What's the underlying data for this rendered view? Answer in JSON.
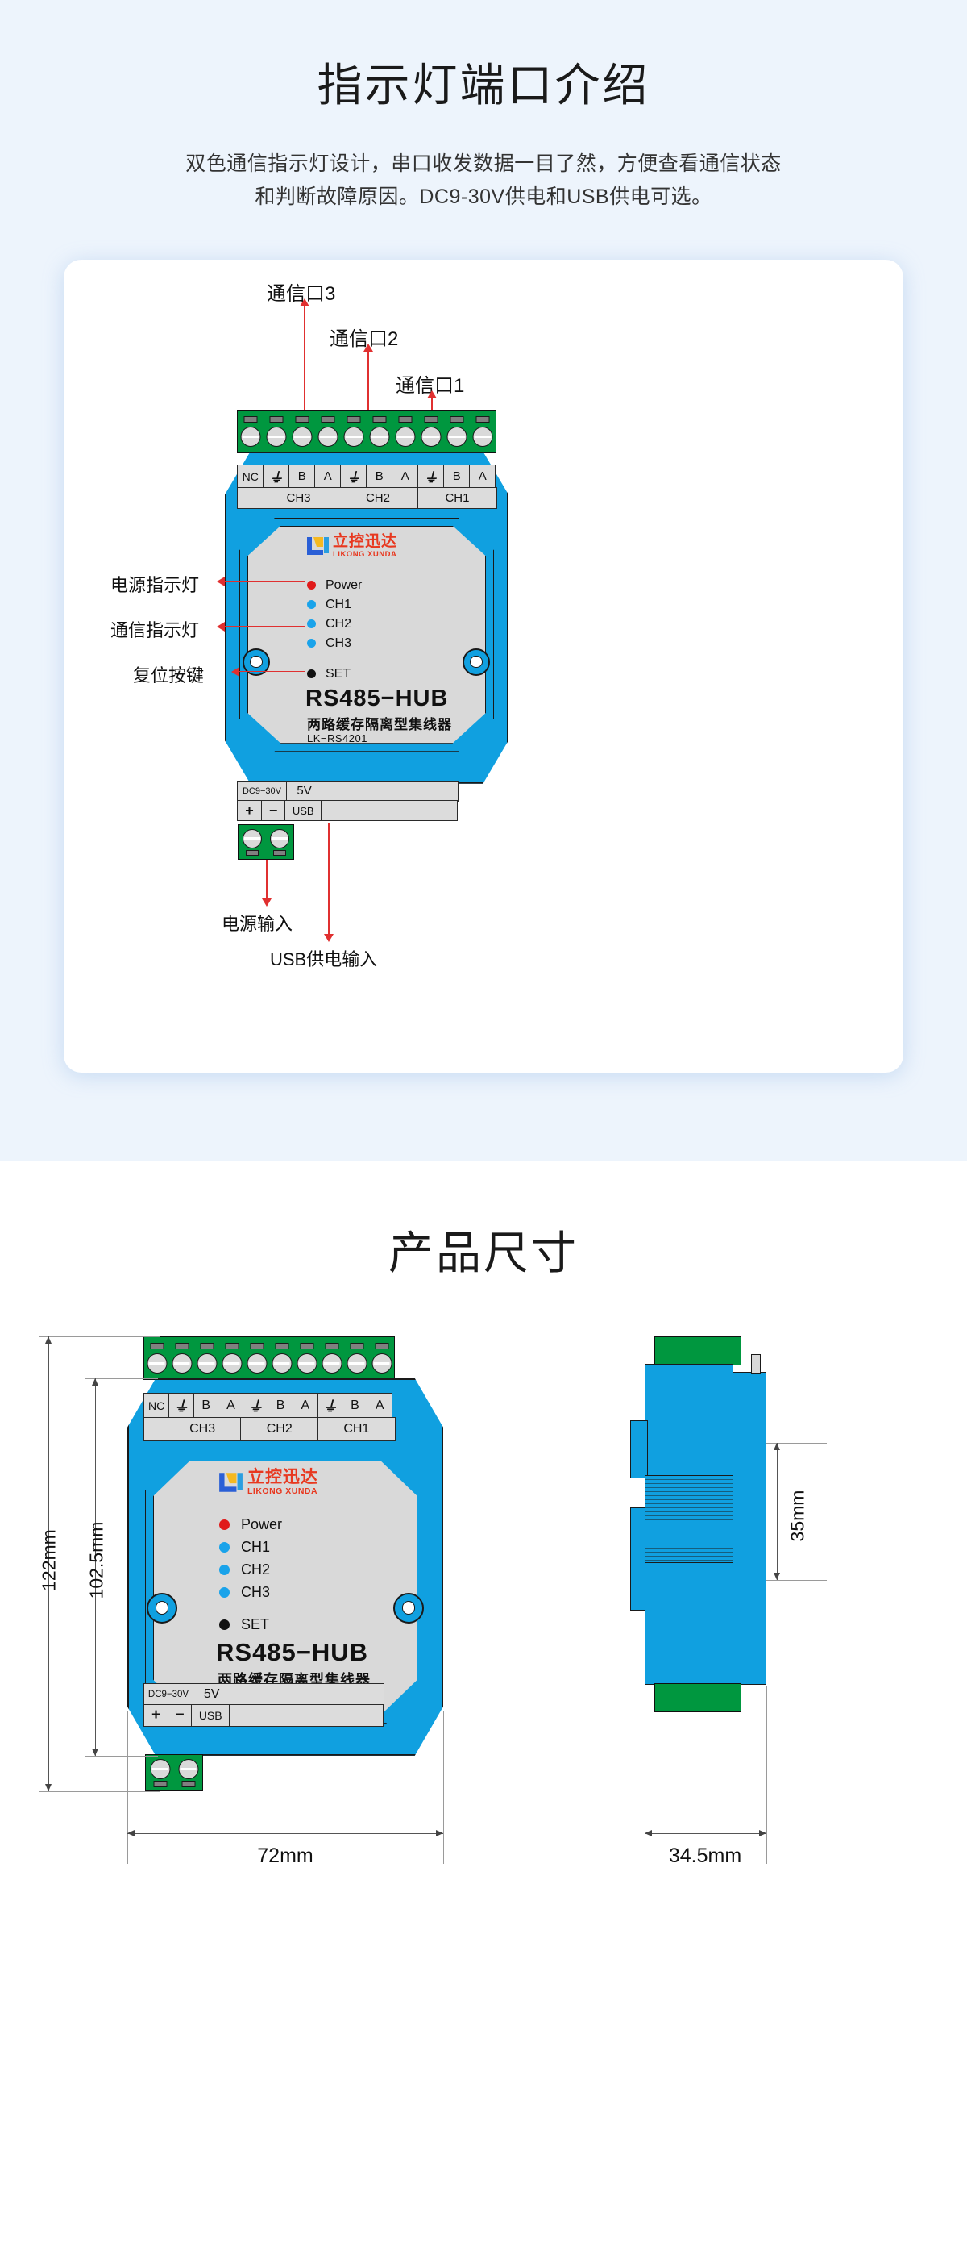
{
  "section1": {
    "title": "指示灯端口介绍",
    "desc_line1": "双色通信指示灯设计，串口收发数据一目了然，方便查看通信状态",
    "desc_line2": "和判断故障原因。DC9-30V供电和USB供电可选。",
    "callouts": {
      "port3": "通信口3",
      "port2": "通信口2",
      "port1": "通信口1",
      "power_led": "电源指示灯",
      "comm_led": "通信指示灯",
      "reset_key": "复位按键",
      "power_input": "电源输入",
      "usb_input": "USB供电输入"
    }
  },
  "section2": {
    "title": "产品尺寸",
    "dims": {
      "height_total": "122mm",
      "height_body": "102.5mm",
      "width": "72mm",
      "depth": "34.5mm",
      "thickness": "35mm"
    }
  },
  "device": {
    "terminal_pins": [
      "NC",
      "⏚",
      "B",
      "A",
      "⏚",
      "B",
      "A",
      "⏚",
      "B",
      "A"
    ],
    "channels": [
      "CH3",
      "CH2",
      "CH1"
    ],
    "logo_cn": "立控迅达",
    "logo_en": "LIKONG XUNDA",
    "leds": [
      {
        "label": "Power",
        "color": "#e01b1b"
      },
      {
        "label": "CH1",
        "color": "#1aa3ea"
      },
      {
        "label": "CH2",
        "color": "#1aa3ea"
      },
      {
        "label": "CH3",
        "color": "#1aa3ea"
      }
    ],
    "set_button": {
      "label": "SET",
      "color": "#111111"
    },
    "model_name": "RS485−HUB",
    "model_desc": "两路缓存隔离型集线器",
    "model_sku": "LK−RS4201",
    "power_labels": {
      "dc_range": "DC9−30V",
      "dc_plus": "+",
      "dc_minus": "−",
      "usb_volt": "5V",
      "usb_label": "USB"
    },
    "colors": {
      "body_blue": "#10a0e0",
      "terminal_green": "#00973f",
      "plate_gray": "#d9d9d9",
      "logo_red": "#e8381f",
      "arrow_red": "#e03030"
    }
  }
}
